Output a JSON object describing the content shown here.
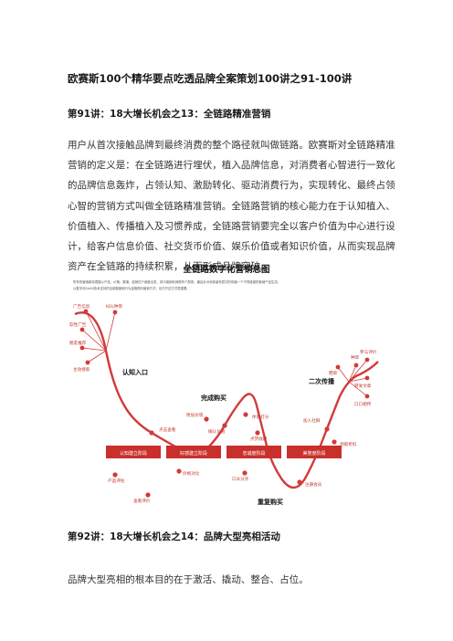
{
  "document": {
    "title": "欧赛斯100个精华要点吃透品牌全案策划100讲之91-100讲",
    "section91": {
      "heading": "第91讲：18大增长机会之13：全链路精准营销",
      "paragraph": "用户从首次接触品牌到最终消费的整个路径就叫做链路。欧赛斯对全链路精准营销的定义是：在全链路进行埋伏，植入品牌信息，对消费者心智进行一致化的品牌信息轰炸，占领认知、激励转化、驱动消费行为，实现转化、最终占领心智的营销方式叫做全链路精准营销。全链路营销的核心能力在于认知植入、价值植入、传播植入及习惯养成，全链路营销要完全以客户价值为中心进行设计，给客户信息价值、社交货币价值、娱乐价值或者知识价值，从而实现品牌资产在全链路的持续积累，从而形成品牌突破。"
    },
    "figure": {
      "title": "全链路数字化营销总图",
      "intro_lines": [
        "所有的营销都将遵循以产品、价格、渠道、促销四个维度出发，其中营销利润既有个配底，最后针对消费者有层次的传播一个不同维度的营销产品生态。",
        "以数字化SAAS技术支持的全链路营销行为金融顾问营销方式，也打开这方式很重要。"
      ],
      "stage_labels": {
        "enter": "认知入口",
        "purchase": "完成购买",
        "spread": "二次传播",
        "repurchase": "重复购买"
      },
      "stages": [
        "认知建立阶段",
        "好感建立阶段",
        "忠诚度阶段",
        "美誉度阶段"
      ],
      "left_nodes": [
        "广告信息",
        "KOL种草",
        "软性广告",
        "朋友推荐",
        "主动搜索"
      ],
      "right_nodes": [
        "种草",
        "晒单",
        "参与评价",
        "转发文章",
        "口口相传"
      ],
      "upper_nodes": [
        "点击查看",
        "附加价值",
        "确认价值",
        "体验打分",
        "点赞收藏",
        "加入社群",
        "领取折扣"
      ],
      "lower_nodes": [
        "产品评估",
        "价格对比",
        "查看评价",
        "口头分享",
        "注册会员"
      ]
    },
    "section92": {
      "heading": "第92讲：18大增长机会之14：品牌大型亮相活动",
      "paragraph": "品牌大型亮相的根本目的在于激活、撬动、整合、占位。"
    }
  },
  "colors": {
    "accent_red": "#d23a3a",
    "stage_box": "#c9302c",
    "text": "#333333"
  }
}
